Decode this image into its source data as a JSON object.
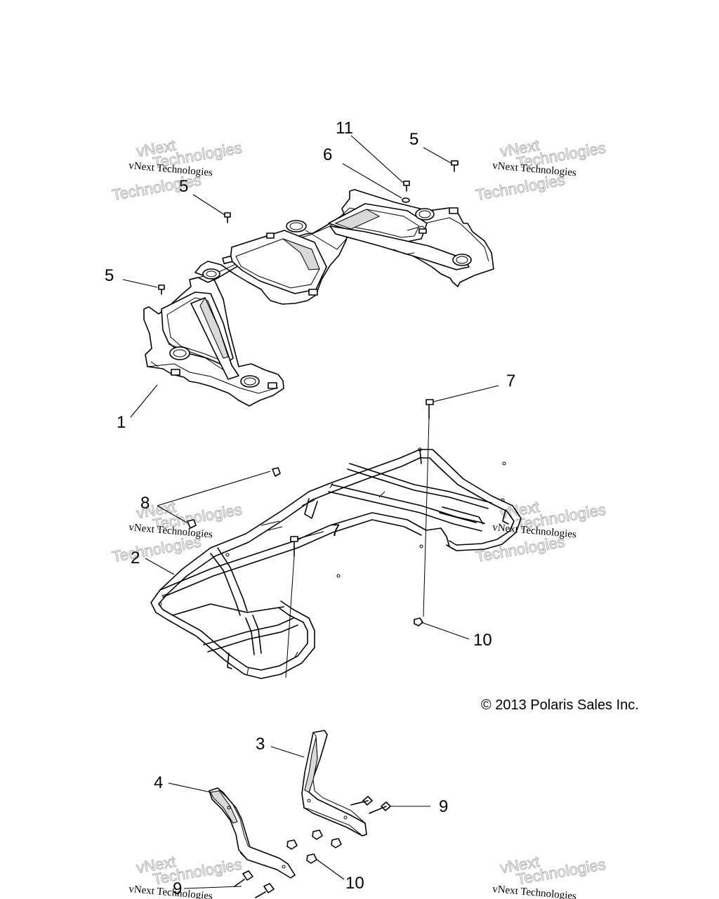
{
  "copyright": "© 2013 Polaris Sales Inc.",
  "watermark": {
    "line1": "vNext Technologies",
    "line2": "vNext",
    "line3": "Technologies"
  },
  "callouts": [
    {
      "id": "c11",
      "text": "11"
    },
    {
      "id": "c5a",
      "text": "5"
    },
    {
      "id": "c6",
      "text": "6"
    },
    {
      "id": "c5b",
      "text": "5"
    },
    {
      "id": "c5c",
      "text": "5"
    },
    {
      "id": "c1",
      "text": "1"
    },
    {
      "id": "c7a",
      "text": "7"
    },
    {
      "id": "c8",
      "text": "8"
    },
    {
      "id": "c7b",
      "text": "7"
    },
    {
      "id": "c2",
      "text": "2"
    },
    {
      "id": "c10a",
      "text": "10"
    },
    {
      "id": "c3",
      "text": "3"
    },
    {
      "id": "c4",
      "text": "4"
    },
    {
      "id": "c9a",
      "text": "9"
    },
    {
      "id": "c10b",
      "text": "10"
    },
    {
      "id": "c9b",
      "text": "9"
    }
  ]
}
